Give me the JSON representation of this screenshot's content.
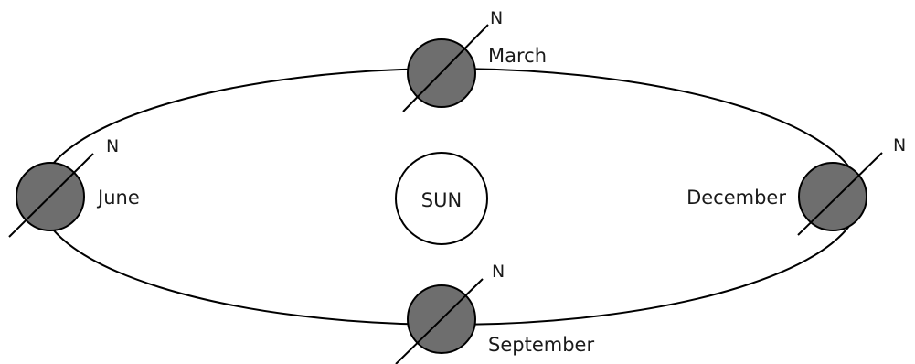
{
  "sun": {
    "label": "SUN"
  },
  "positions": {
    "march": {
      "month": "March",
      "north": "N"
    },
    "june": {
      "month": "June",
      "north": "N"
    },
    "september": {
      "month": "September",
      "north": "N"
    },
    "december": {
      "month": "December",
      "north": "N"
    }
  },
  "colors": {
    "earth_fill": "#6e6e6e",
    "line": "#000000",
    "sun_fill": "#ffffff"
  }
}
